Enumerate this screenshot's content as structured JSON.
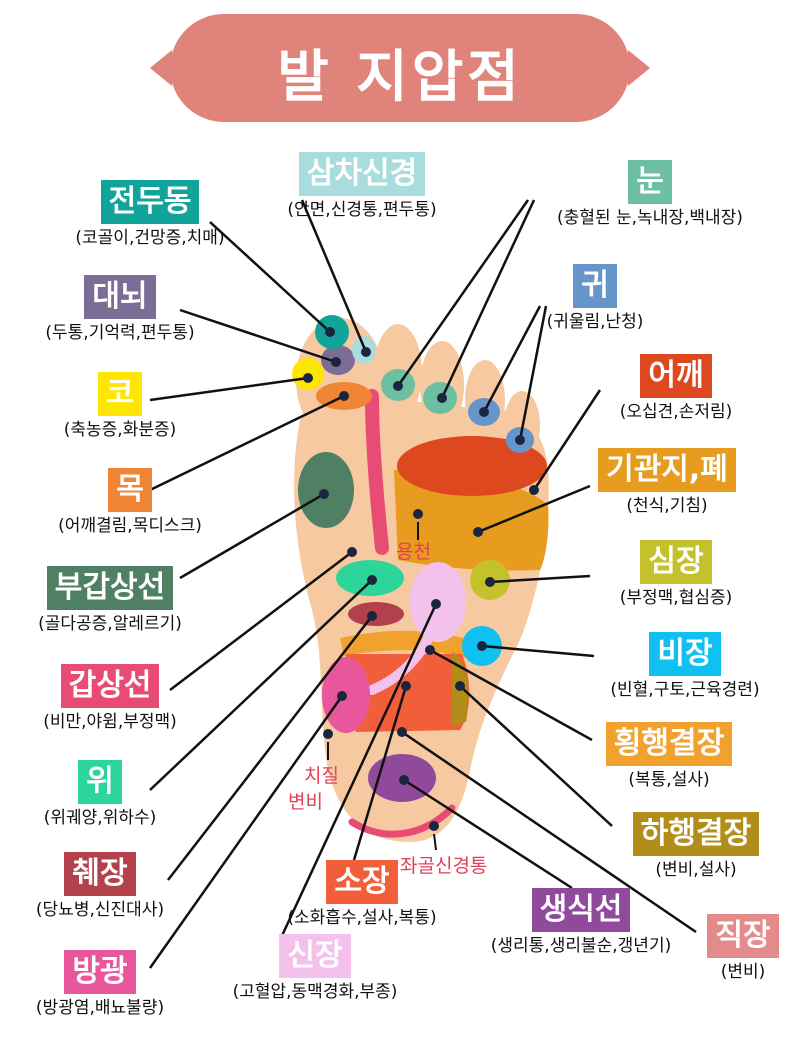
{
  "title": "발 지압점",
  "colors": {
    "banner": "#e0837a",
    "skin": "#f7c9a0",
    "line": "#111111",
    "note": "#e0405a"
  },
  "points": [
    {
      "id": "jeonduDong",
      "name": "전두동",
      "desc": "(코골이,건망증,치매)",
      "color": "#12a49a"
    },
    {
      "id": "daenoe",
      "name": "대뇌",
      "desc": "(두통,기억력,편두통)",
      "color": "#7c6d97"
    },
    {
      "id": "ko",
      "name": "코",
      "desc": "(축농증,화분증)",
      "color": "#ffe600"
    },
    {
      "id": "mok",
      "name": "목",
      "desc": "(어깨결림,목디스크)",
      "color": "#f08535"
    },
    {
      "id": "bugapsangseon",
      "name": "부갑상선",
      "desc": "(골다공증,알레르기)",
      "color": "#4f8063"
    },
    {
      "id": "gapsangseon",
      "name": "갑상선",
      "desc": "(비만,야윔,부정맥)",
      "color": "#e84c74"
    },
    {
      "id": "wi",
      "name": "위",
      "desc": "(위궤양,위하수)",
      "color": "#2ed59b"
    },
    {
      "id": "chwejang",
      "name": "췌장",
      "desc": "(당뇨병,신진대사)",
      "color": "#b3414c"
    },
    {
      "id": "banggwang",
      "name": "방광",
      "desc": "(방광염,배뇨불량)",
      "color": "#e8579b"
    },
    {
      "id": "sinjang",
      "name": "신장",
      "desc": "(고혈압,동맥경화,부종)",
      "color": "#f3c1ec"
    },
    {
      "id": "sojang",
      "name": "소장",
      "desc": "(소화흡수,설사,복통)",
      "color": "#f25e3a"
    },
    {
      "id": "saengsikseon",
      "name": "생식선",
      "desc": "(생리통,생리불순,갱년기)",
      "color": "#8f4a9b"
    },
    {
      "id": "jikjang",
      "name": "직장",
      "desc": "(변비)",
      "color": "#e58a8a"
    },
    {
      "id": "hahaenggyeoljang",
      "name": "하행결장",
      "desc": "(변비,설사)",
      "color": "#b28d19"
    },
    {
      "id": "hoenghaenggyeoljang",
      "name": "횡행결장",
      "desc": "(복통,설사)",
      "color": "#f0a12e"
    },
    {
      "id": "bijang",
      "name": "비장",
      "desc": "(빈혈,구토,근육경련)",
      "color": "#0fc0f0"
    },
    {
      "id": "simjang",
      "name": "심장",
      "desc": "(부정맥,협심증)",
      "color": "#c5c12b"
    },
    {
      "id": "gigwanji",
      "name": "기관지,폐",
      "desc": "(천식,기침)",
      "color": "#e79b1f"
    },
    {
      "id": "eokkae",
      "name": "어깨",
      "desc": "(오십견,손저림)",
      "color": "#dd481f"
    },
    {
      "id": "gwi",
      "name": "귀",
      "desc": "(귀울림,난청)",
      "color": "#6695cc"
    },
    {
      "id": "nun",
      "name": "눈",
      "desc": "(충혈된 눈,녹내장,백내장)",
      "color": "#6dbfa2"
    },
    {
      "id": "samchasingyeong",
      "name": "삼차신경",
      "desc": "(안면,신경통,편두통)",
      "color": "#a9dcdc"
    }
  ],
  "notes": {
    "yongcheon": "용천",
    "chijil": "치질",
    "byeonbi": "변비",
    "jwagol": "좌골신경통"
  }
}
